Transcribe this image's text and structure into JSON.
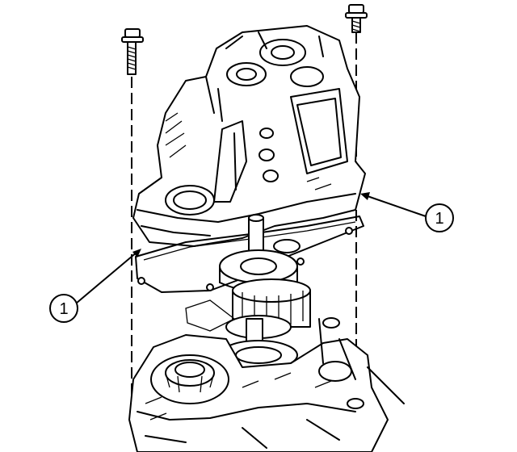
{
  "callouts": [
    {
      "id": "callout-right",
      "label": "1"
    },
    {
      "id": "callout-left",
      "label": "1"
    }
  ],
  "colors": {
    "line": "#000000",
    "background": "#ffffff"
  },
  "icons": [
    "bolt-icon-left",
    "bolt-icon-right"
  ]
}
